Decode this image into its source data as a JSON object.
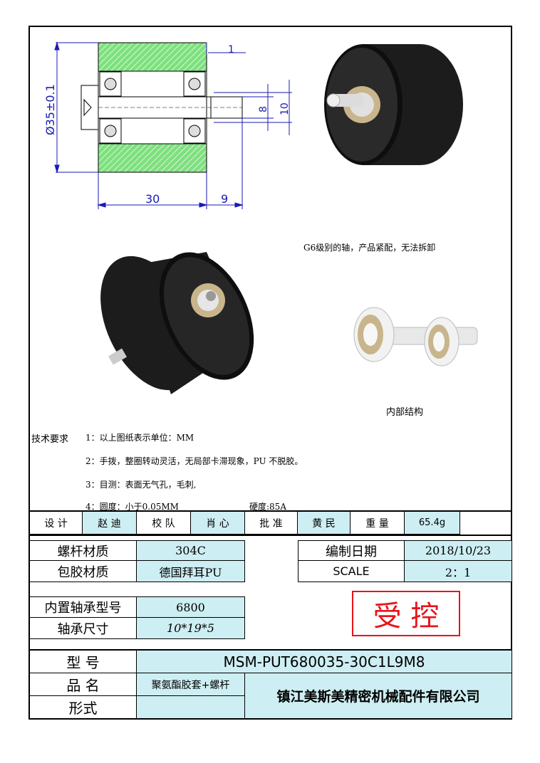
{
  "drawing": {
    "dim_diameter": "Ø35±0.1",
    "dim_width": "30",
    "dim_shaft_len": "9",
    "dim_offset": "1",
    "dim_shaft_d8": "8",
    "dim_shaft_d10": "10"
  },
  "captions": {
    "shaft_note": "G6级别的轴，产品紧配，无法拆卸",
    "internal": "内部结构"
  },
  "tech": {
    "heading": "技术要求",
    "items": [
      "1：以上图纸表示单位：MM",
      "2：手拨，整圈转动灵活，无局部卡滞现象，PU 不脱胶。",
      "3：目测：表面无气孔，毛刺,",
      "4：圆度：小于0.05MM"
    ],
    "hardness": "硬度:85A"
  },
  "sign": {
    "design_label": "设 计",
    "design_name": "赵 迪",
    "check_label": "校 队",
    "check_name": "肖 心",
    "approve_label": "批 准",
    "approve_name": "黄 民",
    "weight_label": "重 量",
    "weight_value": "65.4g"
  },
  "spec": {
    "rod_material_label": "螺杆材质",
    "rod_material_value": "304C",
    "coat_material_label": "包胶材质",
    "coat_material_value": "德国拜耳PU",
    "date_label": "编制日期",
    "date_value": "2018/10/23",
    "scale_label": "SCALE",
    "scale_value": "2：1",
    "bearing_model_label": "内置轴承型号",
    "bearing_model_value": "6800",
    "bearing_size_label": "轴承尺寸",
    "bearing_size_value": "10*19*5",
    "stamp": "受 控",
    "model_label": "型 号",
    "model_value": "MSM-PUT680035-30C1L9M8",
    "name_label": "品 名",
    "name_value": "聚氨酯胶套+螺杆",
    "form_label": "形式",
    "company": "镇江美斯美精密机械配件有限公司"
  },
  "colors": {
    "hatch": "#7ee07e",
    "cell_fill": "#cdeef2",
    "stamp_red": "#e8141c",
    "dim_blue": "#1a1ab4"
  }
}
